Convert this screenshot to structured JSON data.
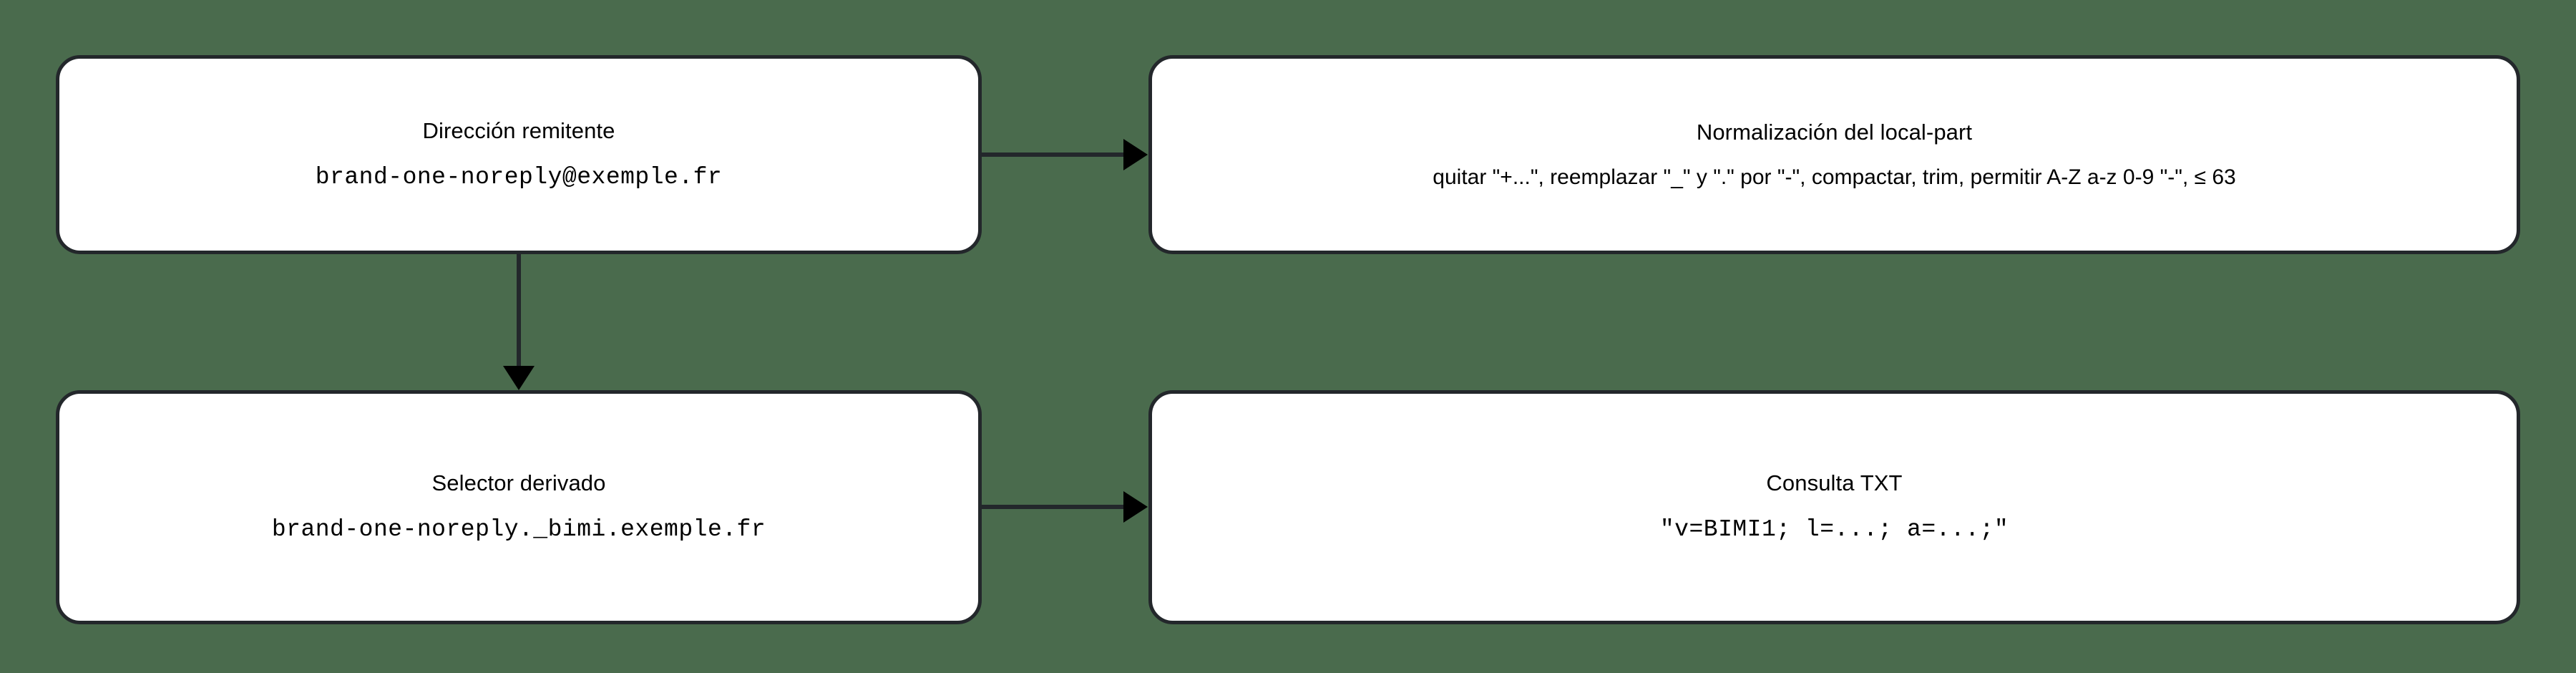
{
  "diagram": {
    "background_color": "#4a6b4d",
    "node_fill_color": "#ffffff",
    "node_border_color": "#23272b",
    "arrow_color": "#23272b",
    "nodes": [
      {
        "id": "sender",
        "title": "Dirección remitente",
        "subtitle": "brand-one-noreply@exemple.fr"
      },
      {
        "id": "normalization",
        "title": "Normalización del local-part",
        "subtitle": "quitar \"+...\", reemplazar \"_\" y \".\" por \"-\", compactar, trim, permitir A-Z a-z 0-9 \"-\", ≤ 63"
      },
      {
        "id": "selector",
        "title": "Selector derivado",
        "subtitle": "brand-one-noreply._bimi.exemple.fr"
      },
      {
        "id": "txt_query",
        "title": "Consulta TXT",
        "subtitle": "\"v=BIMI1; l=...; a=...;\""
      }
    ],
    "edges": [
      {
        "id": "sender-to-normalization",
        "from": "sender",
        "to": "normalization",
        "direction": "right"
      },
      {
        "id": "sender-to-selector",
        "from": "sender",
        "to": "selector",
        "direction": "down"
      },
      {
        "id": "selector-to-txt",
        "from": "selector",
        "to": "txt_query",
        "direction": "right"
      }
    ]
  }
}
